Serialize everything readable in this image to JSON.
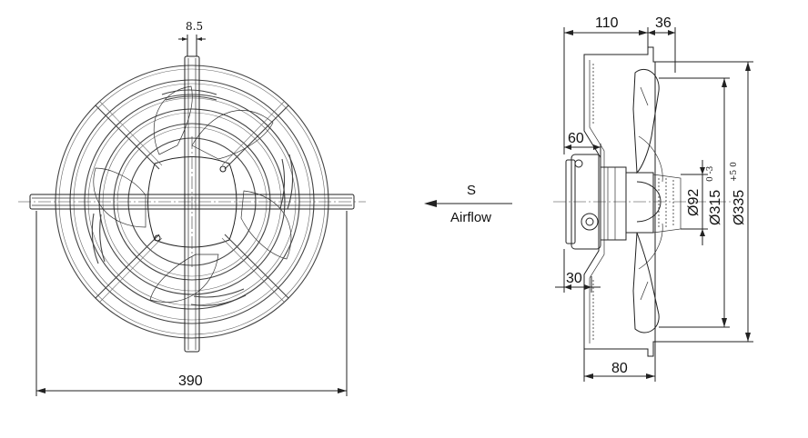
{
  "front_view": {
    "width_dim": "390",
    "clamp_dim": "8.5"
  },
  "airflow": {
    "symbol": "S",
    "label": "Airflow"
  },
  "side_view": {
    "depth_dim": "110",
    "blade_dim": "36",
    "motor_dim": "60",
    "mount_dim": "30",
    "ring_dim": "80",
    "hub_dia": "Ø92",
    "inner_dia": "Ø315",
    "inner_tol": "0 -3",
    "outer_dia": "Ø335",
    "outer_tol": "+5 0"
  }
}
